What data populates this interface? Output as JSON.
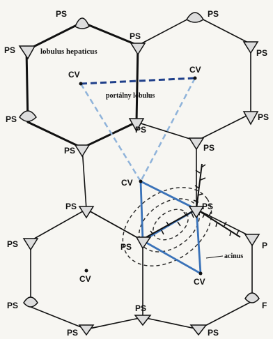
{
  "labels": {
    "ps": "PS",
    "cv": "CV",
    "lobulus_hepaticus": "lobulus hepaticus",
    "portalis_lobulus": "portálny lobulus",
    "acinus": "acinus",
    "p": "P",
    "f": "F"
  },
  "colors": {
    "lines": "#111111",
    "portal_dashed": "#1f3f8a",
    "portal_light": "#8fb3da",
    "acinus_blue": "#3a72b8",
    "background": "#f7f6f2"
  },
  "icons": [
    "portal-triad-icon",
    "central-vein-icon",
    "bile-duct-branch-icon"
  ]
}
